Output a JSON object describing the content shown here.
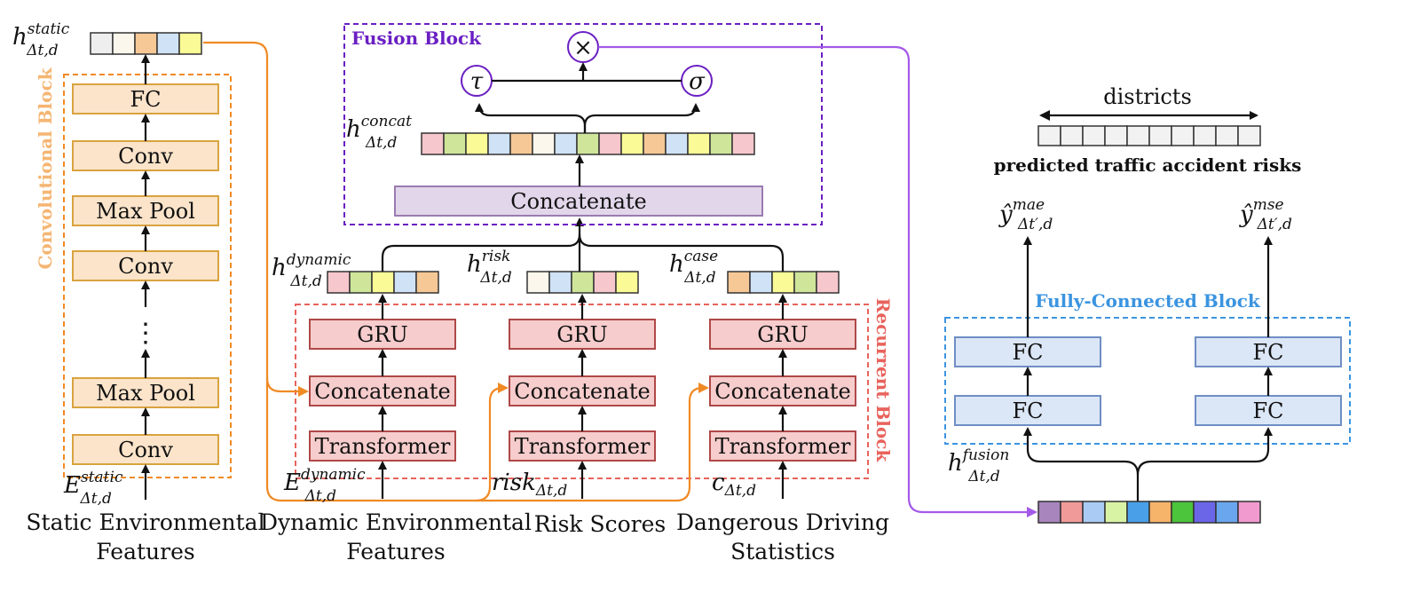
{
  "blocks": {
    "convolutional": "Convolutional Block",
    "fusion": "Fusion Block",
    "recurrent": "Recurrent Block",
    "fully_connected": "Fully-Connected Block"
  },
  "layers": {
    "fc": "FC",
    "conv": "Conv",
    "max_pool": "Max Pool",
    "gru": "GRU",
    "concatenate": "Concatenate",
    "transformer": "Transformer",
    "ellipsis": "⋮"
  },
  "inputs": {
    "static_env_line1": "Static Environmental",
    "static_env_line2": "Features",
    "dynamic_env_line1": "Dynamic Environmental",
    "dynamic_env_line2": "Features",
    "risk_scores": "Risk Scores",
    "dangerous_line1": "Dangerous Driving",
    "dangerous_line2": "Statistics"
  },
  "math": {
    "h_static": {
      "base": "h",
      "sup": "static",
      "sub": "Δt,d"
    },
    "e_static": {
      "base": "E",
      "sup": "static",
      "sub": "Δt,d"
    },
    "h_concat": {
      "base": "h",
      "sup": "concat",
      "sub": "Δt,d"
    },
    "h_dynamic": {
      "base": "h",
      "sup": "dynamic",
      "sub": "Δt,d"
    },
    "e_dynamic": {
      "base": "E",
      "sup": "dynamic",
      "sub": "Δt,d"
    },
    "h_risk": {
      "base": "h",
      "sup": "risk",
      "sub": "Δt,d"
    },
    "risk_in": {
      "base": "risk",
      "sub": "Δt,d"
    },
    "h_case": {
      "base": "h",
      "sup": "case",
      "sub": "Δt,d"
    },
    "c_in": {
      "base": "c",
      "sub": "Δt,d"
    },
    "h_fusion": {
      "base": "h",
      "sup": "fusion",
      "sub": "Δt,d"
    },
    "y_mae": {
      "base": "ŷ",
      "sup": "mae",
      "sub": "Δt′,d"
    },
    "y_mse": {
      "base": "ŷ",
      "sup": "mse",
      "sub": "Δt′,d"
    }
  },
  "ops": {
    "tau": "τ",
    "sigma": "σ",
    "multiply": "×"
  },
  "output": {
    "districts": "districts",
    "predicted": "predicted traffic accident risks"
  },
  "colors": {
    "orange": "#f08a24",
    "purple": "#6a1fc2",
    "red": "#e8635c",
    "blue": "#3b94e0",
    "violet": "#a45ae8"
  }
}
